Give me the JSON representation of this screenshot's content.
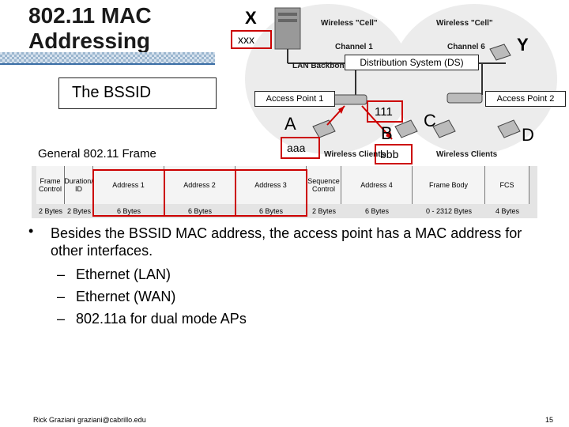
{
  "title": {
    "line1": "802.11 MAC",
    "line2": "Addressing"
  },
  "bssid_box": "The BSSID",
  "frame_label": "General 802.11 Frame",
  "diagram": {
    "x_label": "X",
    "xxx_label": "xxx",
    "y_label": "Y",
    "wireless_cell_1": "Wireless \"Cell\"",
    "wireless_cell_2": "Wireless \"Cell\"",
    "channel_1": "Channel 1",
    "channel_6": "Channel 6",
    "lan_backbone": "LAN Backbone",
    "ds": "Distribution System (DS)",
    "ap1": "Access Point 1",
    "ap2": "Access Point 2",
    "num_111": "111",
    "a_label": "A",
    "b_label": "B",
    "c_label": "C",
    "d_label": "D",
    "aaa_label": "aaa",
    "bbb_label": "bbb",
    "clients_1": "Wireless Clients",
    "clients_2": "Wireless Clients"
  },
  "frame": {
    "fields": [
      "Frame Control",
      "Duration/ ID",
      "Address 1",
      "Address 2",
      "Address 3",
      "Sequence Control",
      "Address 4",
      "Frame Body",
      "FCS"
    ],
    "bytes": [
      "2 Bytes",
      "2 Bytes",
      "6 Bytes",
      "6 Bytes",
      "6 Bytes",
      "2 Bytes",
      "6 Bytes",
      "0 - 2312 Bytes",
      "4 Bytes"
    ]
  },
  "bullets": {
    "main": "Besides the BSSID MAC address, the access point has a MAC address for other interfaces.",
    "subs": [
      "Ethernet (LAN)",
      "Ethernet (WAN)",
      "802.11a for dual mode APs"
    ]
  },
  "footer": {
    "author": "Rick Graziani  graziani@cabrillo.edu",
    "page": "15"
  },
  "colors": {
    "accent": "#cc0000",
    "title_rule": "#3b6ea5"
  }
}
